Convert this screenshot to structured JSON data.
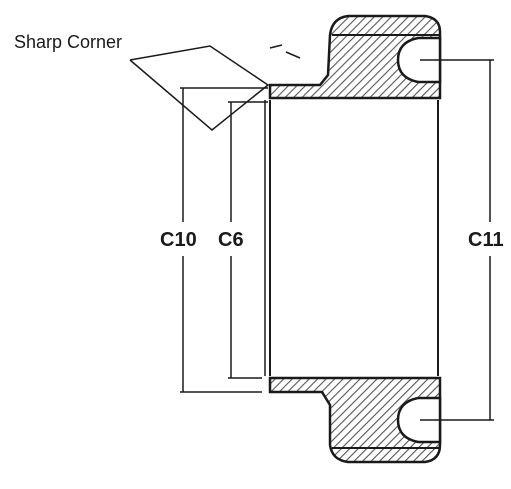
{
  "callout": {
    "text": "Sharp Corner"
  },
  "dimensions": [
    {
      "id": "c10",
      "text": "C10"
    },
    {
      "id": "c6",
      "text": "C6"
    },
    {
      "id": "c11",
      "text": "C11"
    }
  ],
  "colors": {
    "line": "#1a1a1a",
    "hatch": "#555555",
    "background": "#ffffff"
  }
}
